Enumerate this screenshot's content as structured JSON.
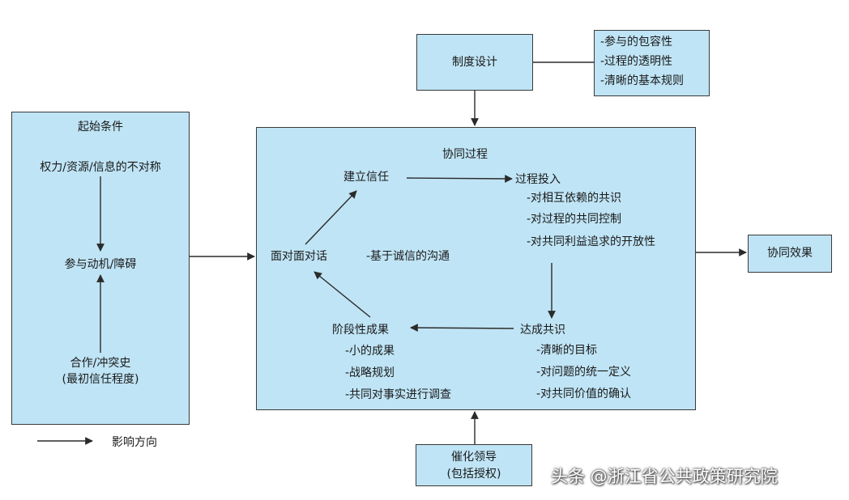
{
  "start": {
    "title": "起始条件",
    "asymmetry": "权力/资源/信息的不对称",
    "motivation": "参与动机/障碍",
    "history_line1": "合作/冲突史",
    "history_line2": "(最初信任程度)"
  },
  "legend": {
    "label": "影响方向"
  },
  "design": {
    "title": "制度设计",
    "items": [
      "-参与的包容性",
      "-过程的透明性",
      "-清晰的基本规则"
    ]
  },
  "process": {
    "title": "协同过程",
    "trust": "建立信任",
    "commitment": "过程投入",
    "commitment_items": [
      "-对相互依赖的共识",
      "-对过程的共同控制",
      "-对共同利益追求的开放性"
    ],
    "dialogue": "面对面对话",
    "dialogue_note": "-基于诚信的沟通",
    "consensus": "达成共识",
    "consensus_items": [
      "-清晰的目标",
      "-对问题的统一定义",
      "-对共同价值的确认"
    ],
    "outcomes": "阶段性成果",
    "outcomes_items": [
      "-小的成果",
      "-战略规划",
      "-共同对事实进行调查"
    ]
  },
  "result": {
    "title": "协同效果"
  },
  "leadership": {
    "line1": "催化领导",
    "line2": "(包括授权)"
  },
  "watermark": "头条 @浙江省公共政策研究院",
  "colors": {
    "box_fill": "#bfe4f5",
    "border": "#3a3a3a",
    "arrow": "#2b2b2b"
  }
}
